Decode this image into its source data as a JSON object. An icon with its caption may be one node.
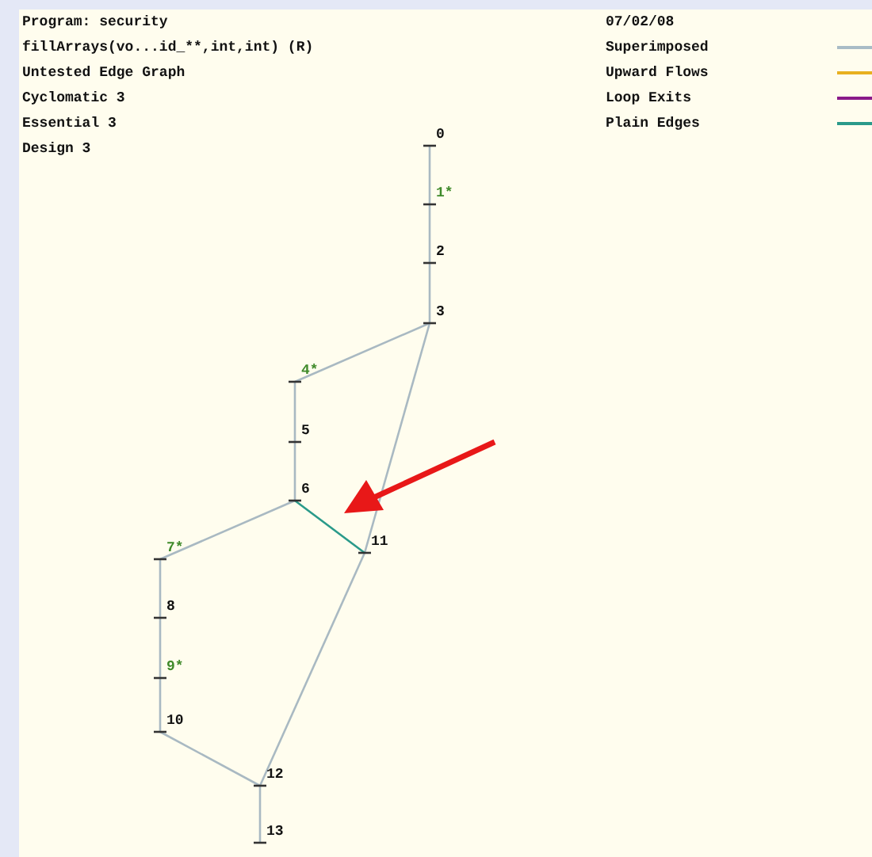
{
  "diagram": {
    "nodes": [
      {
        "text": [
          "0"
        ]
      },
      {
        "text": [
          "1*"
        ]
      },
      {
        "text": [
          "2"
        ]
      },
      {
        "text": [
          "3"
        ]
      },
      {
        "text": [
          "4*"
        ]
      },
      {
        "text": [
          "5"
        ]
      },
      {
        "text": [
          "6"
        ]
      },
      {
        "text": [
          "7*"
        ]
      },
      {
        "text": [
          "8"
        ]
      },
      {
        "text": [
          "9*"
        ]
      },
      {
        "text": [
          "10"
        ]
      },
      {
        "text": [
          "11"
        ]
      },
      {
        "text": [
          "12"
        ]
      },
      {
        "text": [
          "13"
        ]
      }
    ],
    "edges": [
      {
        "from": 0,
        "to": 1,
        "arrow": "none"
      },
      {
        "from": 1,
        "to": 2,
        "arrow": "none"
      },
      {
        "from": 2,
        "to": 3,
        "arrow": "none"
      },
      {
        "from": 3,
        "to": 4,
        "arrow": "none"
      },
      {
        "from": 4,
        "to": 5,
        "arrow": "none"
      },
      {
        "from": 5,
        "to": 6,
        "arrow": "none"
      },
      {
        "from": 6,
        "to": 7,
        "arrow": "none"
      },
      {
        "from": 7,
        "to": 8,
        "arrow": "none"
      },
      {
        "from": 8,
        "to": 9,
        "arrow": "none"
      },
      {
        "from": 9,
        "to": 10,
        "arrow": "none"
      },
      {
        "from": 3,
        "to": 11,
        "arrow": "none"
      },
      {
        "from": 6,
        "to": 11,
        "arrow": "none",
        "color": "#2a9a8a"
      },
      {
        "from": 10,
        "to": 12,
        "arrow": "none"
      },
      {
        "from": 11,
        "to": 12,
        "arrow": "none"
      },
      {
        "from": 12,
        "to": 13,
        "arrow": "none"
      }
    ],
    "labels": [
      "Program: security",
      "fillArrays(vo...id_**,int,int) (R)",
      "Untested Edge Graph",
      "Cyclomatic 3",
      "Essential 3",
      "Design 3",
      "07/02/08"
    ],
    "legend": [
      {
        "text": "Superimposed",
        "color": "#a9bcc6"
      },
      {
        "text": "Upward Flows",
        "color": "#e8b020"
      },
      {
        "text": "Loop Exits",
        "color": "#8a1a8a"
      },
      {
        "text": "Plain Edges",
        "color": "#2a9a8a"
      }
    ]
  }
}
